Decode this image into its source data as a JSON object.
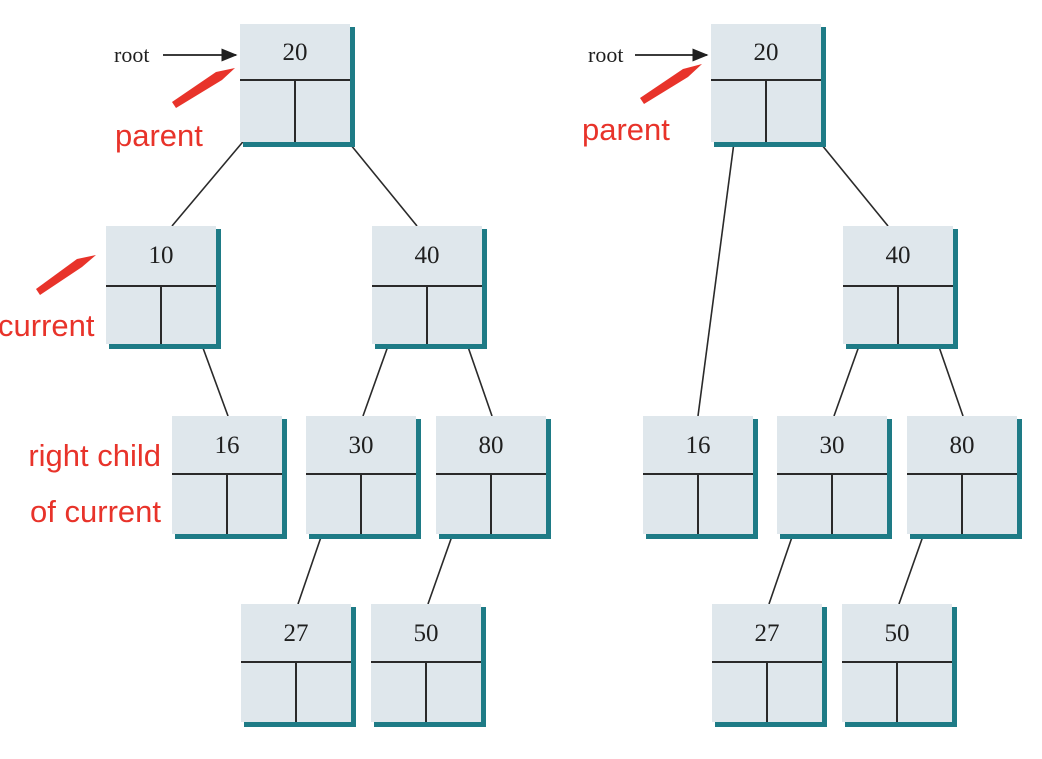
{
  "diagram": {
    "colors": {
      "node_fill": "#dfe7ec",
      "node_shadow": "#1e7b86",
      "annotation": "#e8332a",
      "line": "#2a2a2a"
    },
    "before": {
      "nodes": {
        "n20": "20",
        "n10": "10",
        "n40": "40",
        "n16": "16",
        "n30": "30",
        "n80": "80",
        "n27": "27",
        "n50": "50"
      },
      "labels": {
        "root": "root",
        "parent": "parent",
        "current": "current",
        "right_child_line1": "right child",
        "right_child_line2": "of current"
      }
    },
    "after": {
      "nodes": {
        "n20": "20",
        "n40": "40",
        "n16": "16",
        "n30": "30",
        "n80": "80",
        "n27": "27",
        "n50": "50"
      },
      "labels": {
        "root": "root",
        "parent": "parent"
      }
    }
  }
}
